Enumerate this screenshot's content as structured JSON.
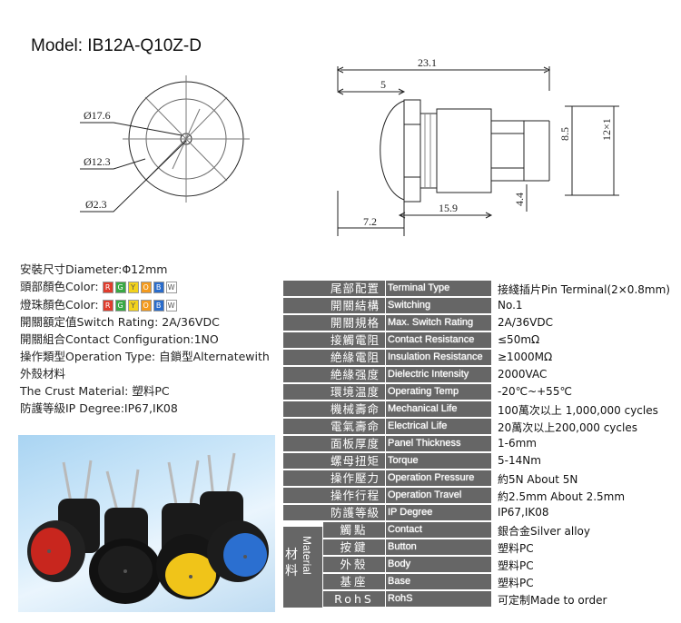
{
  "model": "Model: IB12A-Q10Z-D",
  "dimensions": {
    "front_outer": "Ø17.6",
    "front_mid": "Ø12.3",
    "front_inner": "Ø2.3",
    "total_length": "23.1",
    "cap_height": "5",
    "pin_width": "8.5",
    "thread": "12×1",
    "pin_thick": "4.4",
    "body_len": "15.9",
    "cap_len": "7.2"
  },
  "specs": {
    "diameter": "安裝尺寸Diameter:Φ12mm",
    "head_color_label": "頭部顏色Color:",
    "lamp_color_label": "燈珠顏色Color:",
    "colors": [
      {
        "letter": "R",
        "color": "#e03c2c"
      },
      {
        "letter": "G",
        "color": "#39a845"
      },
      {
        "letter": "Y",
        "color": "#f2d21b"
      },
      {
        "letter": "O",
        "color": "#f39a1e"
      },
      {
        "letter": "B",
        "color": "#2a6ccb"
      },
      {
        "letter": "W",
        "color": "#ffffff"
      }
    ],
    "rating": "開關額定值Switch Rating: 2A/36VDC",
    "config": "開關組合Contact Configuration:1NO",
    "operation": "操作類型Operation Type: 自鎖型Alternatewith",
    "shell": "外殼材料",
    "crust": "The Crust Material: 塑料PC",
    "ip": "防護等級IP Degree:IP67,IK08"
  },
  "table": {
    "rows": [
      {
        "cn": "尾部配置",
        "en": "Terminal Type",
        "val": "接綫插片Pin Terminal(2×0.8mm)"
      },
      {
        "cn": "開關結構",
        "en": "Switching",
        "val": "No.1"
      },
      {
        "cn": "開關規格",
        "en": "Max. Switch Rating",
        "val": "2A/36VDC"
      },
      {
        "cn": "接觸電阻",
        "en": "Contact Resistance",
        "val": "≤50mΩ"
      },
      {
        "cn": "絶緣電阻",
        "en": "Insulation Resistance",
        "val": "≥1000MΩ"
      },
      {
        "cn": "絶緣强度",
        "en": "Dielectric Intensity",
        "val": "2000VAC"
      },
      {
        "cn": "環境温度",
        "en": "Operating Temp",
        "val": "-20℃~+55℃"
      },
      {
        "cn": "機械壽命",
        "en": "Mechanical Life",
        "val": "100萬次以上 1,000,000 cycles"
      },
      {
        "cn": "電氣壽命",
        "en": "Electrical Life",
        "val": "20萬次以上200,000 cycles"
      },
      {
        "cn": "面板厚度",
        "en": "Panel Thickness",
        "val": "1-6mm"
      },
      {
        "cn": "螺母扭矩",
        "en": "Torque",
        "val": "5-14Nm"
      },
      {
        "cn": "操作壓力",
        "en": "Operation Pressure",
        "val": "約5N About 5N"
      },
      {
        "cn": "操作行程",
        "en": "Operation Travel",
        "val": "約2.5mm About 2.5mm"
      },
      {
        "cn": "防護等級",
        "en": "IP Degree",
        "val": "IP67,IK08"
      }
    ],
    "material_cn": "材料",
    "material_en": "Material",
    "materials": [
      {
        "cn": "觸點",
        "en": "Contact",
        "val": "銀合金Silver alloy"
      },
      {
        "cn": "按鍵",
        "en": "Button",
        "val": "塑料PC"
      },
      {
        "cn": "外殼",
        "en": "Body",
        "val": "塑料PC"
      },
      {
        "cn": "基座",
        "en": "Base",
        "val": "塑料PC"
      }
    ],
    "rohs": {
      "cn": "RohS",
      "en": "RohS",
      "val": "可定制Made to order"
    }
  },
  "photo": {
    "caps": [
      "#c8261e",
      "#1d1d1d",
      "#f0c419",
      "#2b6fd0"
    ]
  }
}
